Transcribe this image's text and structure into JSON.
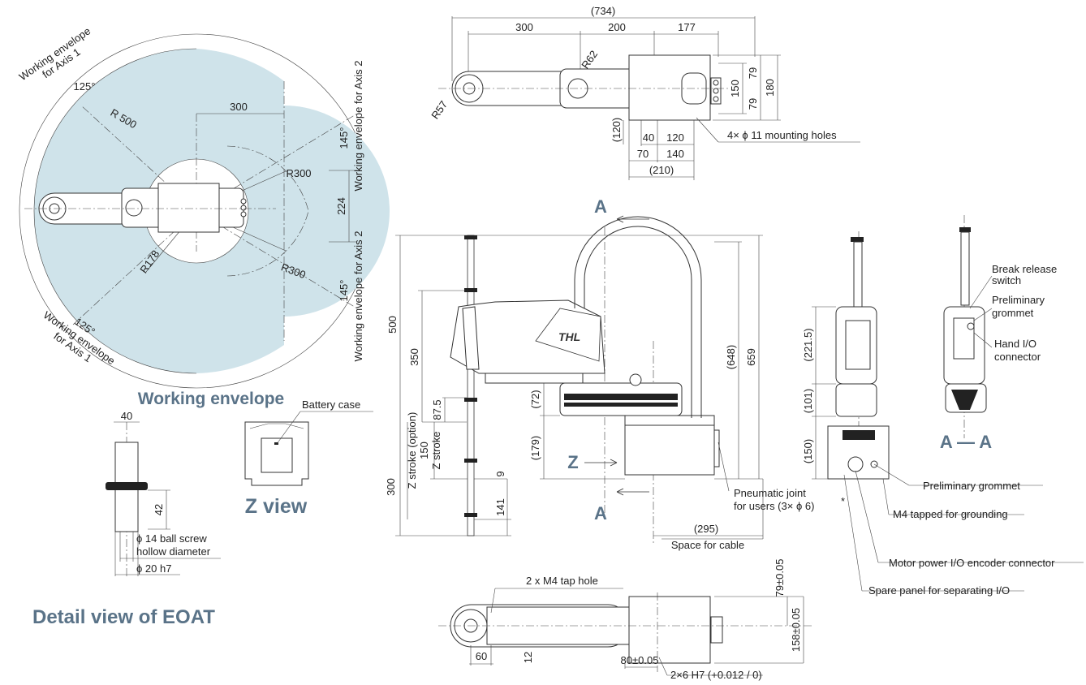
{
  "envelope": {
    "title": "Working envelope",
    "axis1_top": "Working envelope\nfor Axis 1",
    "axis1_top_angle": "125°",
    "axis1_bottom": "Working envelope\nfor Axis 1",
    "axis1_bottom_angle": "125°",
    "axis2_top": "Working envelope for Axis 2",
    "axis2_top_angle": "145°",
    "axis2_bottom": "Working envelope for Axis 2",
    "axis2_bottom_angle": "145°",
    "r500": "R 500",
    "r300_top": "R300",
    "r300_bottom": "R300",
    "r178": "R178",
    "d300": "300",
    "d224": "224"
  },
  "top_view": {
    "d734": "(734)",
    "d300": "300",
    "d200": "200",
    "d177": "177",
    "r62": "R62",
    "r57": "R57",
    "d150": "150",
    "d79a": "79",
    "d79b": "79",
    "d180": "180",
    "d120v": "(120)",
    "d40": "40",
    "d120": "120",
    "d70": "70",
    "d140": "140",
    "d210": "(210)",
    "holes": "4× ϕ 11 mounting holes"
  },
  "side_view": {
    "a_top": "A",
    "a_bottom": "A",
    "z": "Z",
    "d500": "500",
    "d350": "350",
    "d87_5": "87.5",
    "d150": "150",
    "z_stroke": "Z stroke",
    "z_stroke_opt": "Z stroke (option)",
    "d300": "300",
    "d9": "9",
    "d141": "141",
    "d72": "(72)",
    "d179": "(179)",
    "d648": "(648)",
    "d659": "659",
    "d295": "(295)",
    "space_cable": "Space for cable",
    "pneumatic1": "Pneumatic joint",
    "pneumatic2": "for users (3× ϕ 6)",
    "pneumatic_mark": "*",
    "logo": "THL"
  },
  "front_view": {
    "d221_5": "(221.5)",
    "d101": "(101)",
    "d150": "(150)",
    "aa": "A — A",
    "break1": "Break release",
    "break2": "switch",
    "prelim1": "Preliminary",
    "prelim2": "grommet",
    "hand1": "Hand I/O",
    "hand2": "connector",
    "prelim_grommet": "Preliminary grommet",
    "m4_ground": "M4 tapped for grounding",
    "motor_power": "Motor power I/O encoder connector",
    "spare_panel": "Spare panel for separating I/O"
  },
  "eoat": {
    "title": "Detail view of EOAT",
    "d40": "40",
    "d42": "42",
    "ball1": "ϕ 14 ball screw",
    "ball2": "hollow diameter",
    "d20": "ϕ 20 h7"
  },
  "zview": {
    "title": "Z view",
    "battery": "Battery case"
  },
  "bottom_view": {
    "m4_tap": "2 x M4 tap hole",
    "d60": "60",
    "d12": "12",
    "d80": "80±0.05",
    "h7": "2×6 H7 (+0.012 / 0)",
    "d79": "79±0.05",
    "d158": "158±0.05"
  },
  "colors": {
    "shade": "#cfe3ea",
    "title": "#5a7388"
  }
}
